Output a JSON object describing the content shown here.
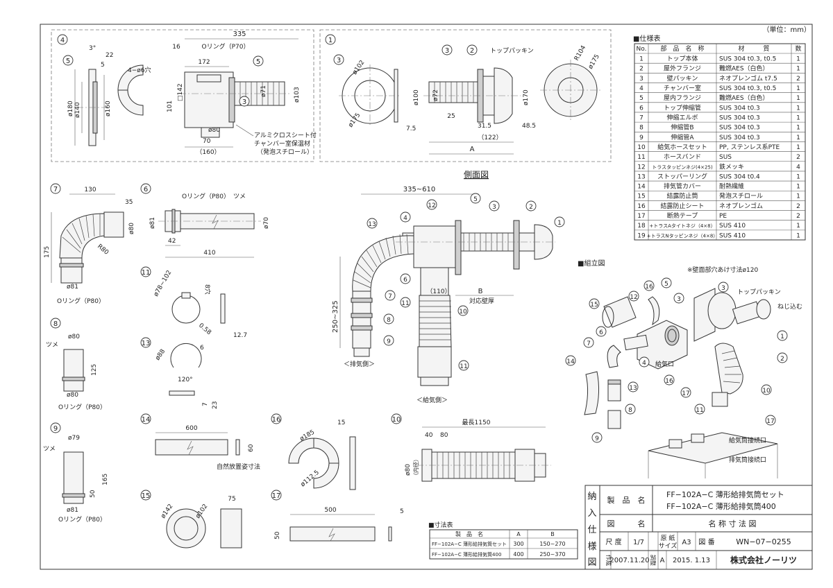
{
  "unit_note": "（単位：mm）",
  "detail_4": {
    "num": "4",
    "dims": [
      "335",
      "16",
      "Oリング（P70）",
      "172",
      "3°",
      "22",
      "5",
      "4−ø6穴",
      "ø180",
      "ø140",
      "ø160",
      "101",
      "□142",
      "ø71",
      "ø103",
      "ø80",
      "70",
      "（160）"
    ],
    "note1": "アルミクロスシート付",
    "note2": "チャンバー室保温材",
    "note3": "（発泡スチロール）",
    "balloons": [
      "5",
      "5",
      "3"
    ]
  },
  "detail_1": {
    "num": "1",
    "dims": [
      "ø102",
      "ø175",
      "ø100",
      "ø72",
      "7.5",
      "25",
      "31.5",
      "（122）",
      "48.5",
      "A",
      "ø170",
      "R104",
      "ø175"
    ],
    "label_top": "トップパッキン",
    "balloons": [
      "3",
      "3",
      "2"
    ]
  },
  "side_view": {
    "title": "側面図",
    "dims": [
      "335~610",
      "250~325",
      "（110）",
      "B"
    ],
    "note_wall": "対応壁厚",
    "label_exhaust": "＜排気側＞",
    "label_intake": "＜給気側＞",
    "balloons": [
      "12",
      "5",
      "3",
      "2",
      "1",
      "4",
      "13",
      "6",
      "11",
      "7",
      "8",
      "9",
      "10",
      "11"
    ]
  },
  "detail_7": {
    "num": "7",
    "dims": [
      "130",
      "35",
      "ø80",
      "175",
      "R80",
      "ø81"
    ],
    "oring": "Oリング（P80）"
  },
  "detail_6": {
    "num": "6",
    "dims": [
      "Oリング（P80）",
      "ツメ",
      "ø81",
      "ø70",
      "42",
      "410"
    ]
  },
  "detail_11": {
    "num": "11",
    "dims": [
      "ø78~102",
      "8穴",
      "0.58",
      "12.7"
    ]
  },
  "detail_13": {
    "num": "13",
    "dims": [
      "ø88",
      "6",
      "120°",
      "7",
      "23"
    ]
  },
  "detail_8": {
    "num": "8",
    "dims": [
      "ø80",
      "ツメ",
      "125",
      "ø80",
      "Oリング（P80）"
    ]
  },
  "detail_9": {
    "num": "9",
    "dims": [
      "ø79",
      "ツメ",
      "165",
      "50",
      "ø81",
      "Oリング（P80）"
    ]
  },
  "detail_14": {
    "num": "14",
    "dims": [
      "600",
      "60",
      "自然放置姿寸法"
    ]
  },
  "detail_15": {
    "num": "15",
    "dims": [
      "ø142",
      "ø102",
      "75"
    ]
  },
  "detail_16": {
    "num": "16",
    "dims": [
      "15",
      "ø185",
      "ø112.5"
    ]
  },
  "detail_17": {
    "num": "17",
    "dims": [
      "500",
      "5",
      "50"
    ]
  },
  "detail_10": {
    "num": "10",
    "dims": [
      "最長1150",
      "40",
      "80",
      "ø80",
      "（内径）"
    ]
  },
  "spec_table": {
    "title": "■仕様表",
    "headers": [
      "No.",
      "部　品　名　称",
      "材　　　質",
      "数"
    ],
    "rows": [
      [
        "1",
        "トップ本体",
        "SUS 304 t0.3, t0.5",
        "1"
      ],
      [
        "2",
        "屋外フランジ",
        "難燃AES（白色）",
        "1"
      ],
      [
        "3",
        "壁パッキン",
        "ネオプレンゴム t7.5",
        "2"
      ],
      [
        "4",
        "チャンバー室",
        "SUS 304 t0.3, t0.5",
        "1"
      ],
      [
        "5",
        "屋内フランジ",
        "難燃AES（白色）",
        "1"
      ],
      [
        "6",
        "トップ伸縮管",
        "SUS 304 t0.3",
        "1"
      ],
      [
        "7",
        "伸縮エルボ",
        "SUS 304 t0.3",
        "1"
      ],
      [
        "8",
        "伸縮管B",
        "SUS 304 t0.3",
        "1"
      ],
      [
        "9",
        "伸縮管A",
        "SUS 304 t0.3",
        "1"
      ],
      [
        "10",
        "給気ホースセット",
        "PP, ステンレス系PTE",
        "1"
      ],
      [
        "11",
        "ホースバンド",
        "SUS",
        "2"
      ],
      [
        "12",
        "トラスタッピンネジ(4×25)",
        "鉄メッキ",
        "4"
      ],
      [
        "13",
        "ストッパーリング",
        "SUS 304 t0.4",
        "1"
      ],
      [
        "14",
        "排気管カバー",
        "耐熱繊維",
        "1"
      ],
      [
        "15",
        "結露防止筒",
        "発泡スチロール",
        "1"
      ],
      [
        "16",
        "結露防止シート",
        "ネオプレンゴム",
        "2"
      ],
      [
        "17",
        "断熱テープ",
        "PE",
        "2"
      ],
      [
        "18",
        "+トラスAタイトネジ（4×8）",
        "SUS 410",
        "1"
      ],
      [
        "19",
        "+トラスNタッピンネジ（4×8）",
        "SUS 410",
        "1"
      ]
    ]
  },
  "assembly": {
    "title": "■組立図",
    "note_hole": "※壁面部穴あけ寸法ø120",
    "label_packing": "トップパッキン",
    "label_screw": "ねじ込む",
    "label_intake_port": "給気口",
    "label_intake_conn": "給気筒接続口",
    "label_exhaust_conn": "排気筒接続口",
    "balloons": [
      "15",
      "12",
      "16",
      "5",
      "3",
      "3",
      "1",
      "2",
      "6",
      "7",
      "4",
      "13",
      "16",
      "17",
      "11",
      "10",
      "14",
      "8",
      "9",
      "17"
    ]
  },
  "dim_table": {
    "title": "■寸法表",
    "headers": [
      "製　品　名",
      "A",
      "B"
    ],
    "rows": [
      [
        "FF−102A−C 薄形給排気筒セット",
        "300",
        "150~270"
      ],
      [
        "FF−102A−C 薄形給排気筒400",
        "400",
        "250~370"
      ]
    ]
  },
  "title_block": {
    "side": [
      "納",
      "入",
      "仕",
      "様",
      "図"
    ],
    "product_label": "製　品　名",
    "product_1": "FF−102A−C 薄形給排気筒セット",
    "product_2": "FF−102A−C 薄形給排気筒400",
    "drawing_label": "図　　　名",
    "drawing_name": "名 称 寸 法 図",
    "scale_label": "尺 度",
    "scale": "1/7",
    "paper_label": "原 紙",
    "paper_label2": "サイズ",
    "paper": "A3",
    "drawing_no_label": "図 番",
    "drawing_no": "WN−07−0255",
    "made_label": "作成",
    "made_date": "2007.11.20",
    "check_label": "調整",
    "check_mark": "A",
    "check_date": "2015. 1.13",
    "company": "株式会社ノーリツ"
  }
}
